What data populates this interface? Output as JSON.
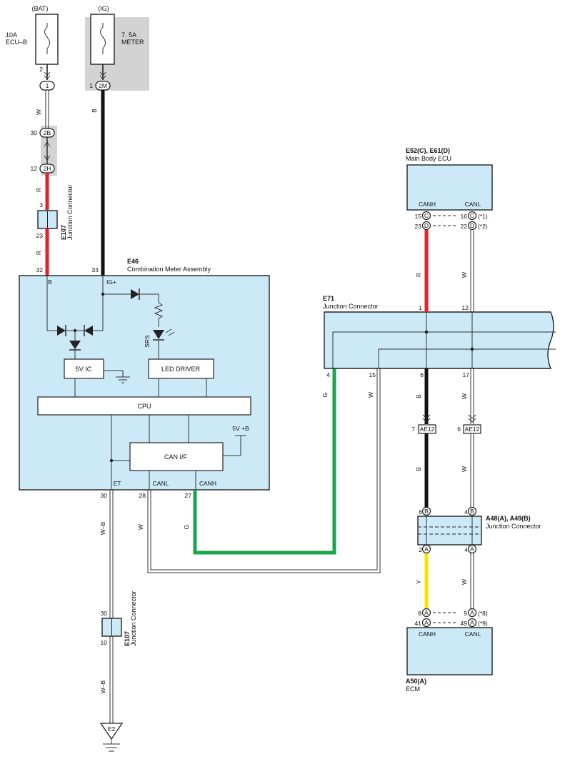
{
  "sources": {
    "bat": {
      "label": "(BAT)",
      "fuse_amp": "10A",
      "fuse_name": "ECU–B"
    },
    "ig": {
      "label": "(IG)",
      "fuse_amp": "7. 5A",
      "fuse_name": "METER"
    }
  },
  "connectors_top": {
    "bat_pin": "2",
    "bat_conn": "1",
    "ig_pin": "1",
    "ig_conn": "2M",
    "j2b_pin": "30",
    "j2b": "2B",
    "j2h_pin": "12",
    "j2h": "2H"
  },
  "wire_colors": {
    "w_top": "W",
    "b_ig": "B",
    "r1": "R",
    "r2": "R",
    "r_ecu": "R",
    "w_ecu": "W",
    "g_e71": "G",
    "w_e71": "W",
    "b_ae12": "B",
    "w_ae12": "W",
    "b_a48": "B",
    "w_a48": "W",
    "y_a48": "Y",
    "w_a48_low": "W",
    "wb_top": "W–B",
    "wb_bottom": "W–B",
    "w_28": "W",
    "g_27": "G"
  },
  "e107_top": {
    "code": "E107",
    "name": "Junction Connector",
    "pin_in": "3",
    "pin_out": "23"
  },
  "e107_bottom": {
    "code": "E107",
    "name": "Junction Connector",
    "pin_in": "30",
    "pin_out": "10"
  },
  "meter": {
    "code": "E46",
    "name": "Combination Meter Assembly",
    "pin_b": "32",
    "pin_ig": "33",
    "term_b": "B",
    "term_ig": "IG+",
    "srs": "SRS",
    "ic5v": "5V IC",
    "led_driver": "LED DRIVER",
    "cpu": "CPU",
    "can_if": "CAN I/F",
    "v5b": "5V +B",
    "term_et": "ET",
    "term_canl": "CANL",
    "term_canh": "CANH",
    "pin_et": "30",
    "pin_canl": "28",
    "pin_canh": "27"
  },
  "main_body_ecu": {
    "code": "E52(C), E61(D)",
    "name": "Main Body ECU",
    "canh": "CANH",
    "canl": "CANL",
    "rows": [
      {
        "pin_h": "15",
        "conn_h": "C",
        "pin_l": "16",
        "conn_l": "C",
        "note": "(*1)"
      },
      {
        "pin_h": "23",
        "conn_h": "D",
        "pin_l": "22",
        "conn_l": "D",
        "note": "(*2)"
      }
    ]
  },
  "e71": {
    "code": "E71",
    "name": "Junction Connector",
    "pin1": "1",
    "pin12": "12",
    "pin4": "4",
    "pin15": "15",
    "pin6": "6",
    "pin17": "17"
  },
  "ae12": {
    "pin_b": "7",
    "pin_w": "6",
    "label": "AE12"
  },
  "junction_a48": {
    "code": "A48(A), A49(B)",
    "name": "Junction Connector",
    "pin6": "6",
    "conn6": "B",
    "pin4t": "4",
    "conn4t": "B",
    "pin2": "2",
    "conn2": "A",
    "pin4b": "4",
    "conn4b": "A"
  },
  "ecm": {
    "code": "A50(A)",
    "name": "ECM",
    "canh": "CANH",
    "canl": "CANL",
    "rows": [
      {
        "pin_h": "8",
        "conn_h": "A",
        "pin_l": "9",
        "conn_l": "A",
        "note": "(*8)"
      },
      {
        "pin_h": "41",
        "conn_h": "A",
        "pin_l": "49",
        "conn_l": "A",
        "note": "(*9)"
      }
    ]
  },
  "ground": {
    "label": "E2"
  },
  "colors": {
    "box_fill": "#cce9f7",
    "red": "#e8202a",
    "green": "#1aa64b",
    "yellow": "#ffe000",
    "black": "#111111",
    "gray_bg": "#d3d3d3"
  }
}
